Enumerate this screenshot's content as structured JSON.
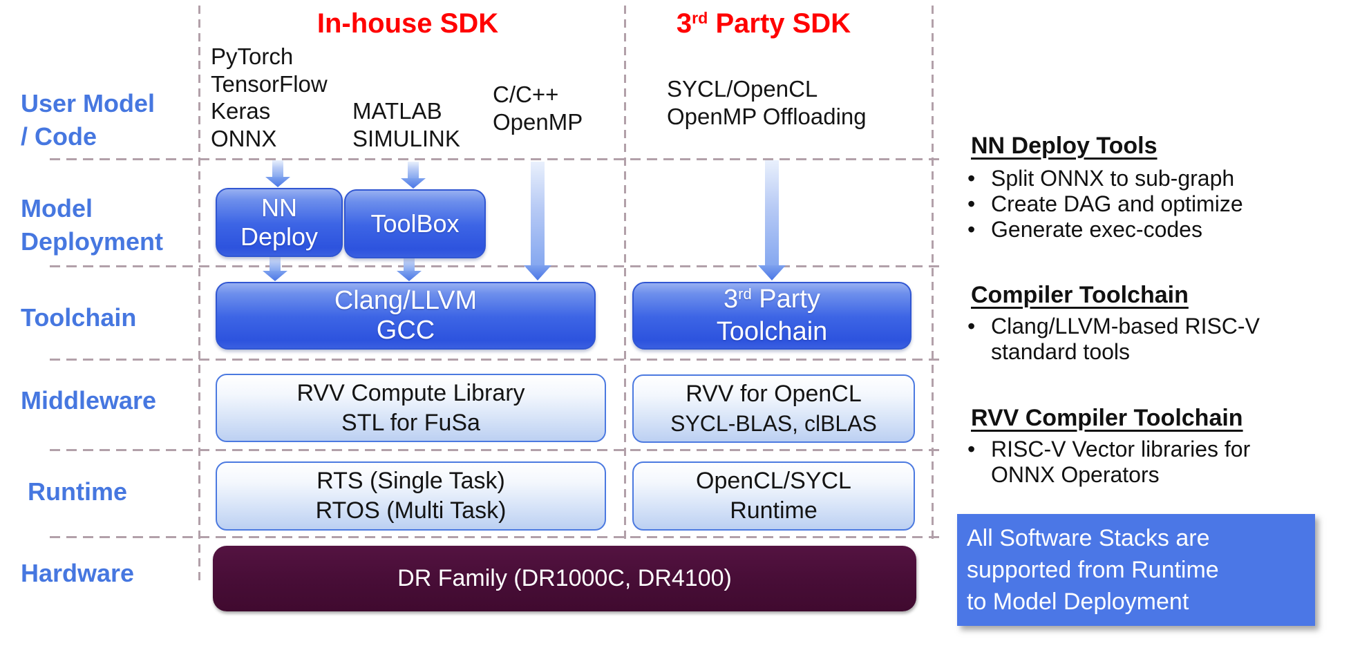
{
  "colors": {
    "header_red": "#ff0000",
    "row_label_blue": "#4677e0",
    "dark_box_blue": "#3d65e5",
    "light_box_border": "#4b79e0",
    "light_box_fill_bottom": "#bcd0f2",
    "hardware_maroon": "#470d36",
    "dashed_line": "#b2a0a9",
    "callout_blue": "#4b77e6"
  },
  "headers": {
    "inhouse": "In-house SDK",
    "third": {
      "num": "3",
      "sup": "rd",
      "rest": " Party SDK"
    }
  },
  "row_labels": {
    "user_model": {
      "lines": [
        "User Model",
        "/ Code"
      ]
    },
    "model_deployment": {
      "lines": [
        "Model",
        "Deployment"
      ]
    },
    "toolchain": "Toolchain",
    "middleware": "Middleware",
    "runtime": "Runtime",
    "hardware": "Hardware"
  },
  "user_code": {
    "frameworks": [
      "PyTorch",
      "TensorFlow",
      "Keras",
      "ONNX"
    ],
    "matlab": [
      "MATLAB",
      "SIMULINK"
    ],
    "cpp": [
      "C/C++",
      "OpenMP"
    ],
    "sycl": [
      "SYCL/OpenCL",
      "OpenMP Offloading"
    ]
  },
  "boxes": {
    "nn_deploy": {
      "lines": [
        "NN",
        "Deploy"
      ]
    },
    "toolbox": {
      "lines": [
        "ToolBox"
      ]
    },
    "clang": {
      "lines": [
        "Clang/LLVM",
        "GCC"
      ]
    },
    "third_toolchain": {
      "line1": {
        "num": "3",
        "sup": "rd",
        "rest": " Party"
      },
      "line2": "Toolchain"
    },
    "mw_inhouse": {
      "lines": [
        "RVV Compute Library",
        "STL for FuSa"
      ]
    },
    "mw_third": {
      "lines": [
        "RVV for OpenCL",
        "SYCL-BLAS, clBLAS"
      ]
    },
    "rt_inhouse": {
      "lines": [
        "RTS (Single Task)",
        "RTOS (Multi Task)"
      ]
    },
    "rt_third": {
      "lines": [
        "OpenCL/SYCL",
        "Runtime"
      ]
    },
    "hardware": {
      "label": "DR Family (DR1000C, DR4100)"
    }
  },
  "annotations": [
    {
      "heading": "NN Deploy Tools",
      "items": [
        {
          "lines": [
            "Split ONNX to sub-graph"
          ]
        },
        {
          "lines": [
            "Create DAG and optimize"
          ]
        },
        {
          "lines": [
            "Generate exec-codes"
          ]
        }
      ]
    },
    {
      "heading": "Compiler Toolchain",
      "items": [
        {
          "lines": [
            "Clang/LLVM-based RISC-V",
            "standard tools"
          ]
        }
      ]
    },
    {
      "heading": "RVV Compiler Toolchain",
      "items": [
        {
          "lines": [
            "RISC-V Vector libraries for",
            "ONNX Operators"
          ]
        }
      ]
    }
  ],
  "callout": {
    "lines": [
      "All Software Stacks are",
      "supported from Runtime",
      "to Model Deployment"
    ]
  },
  "bullet_char": "•"
}
